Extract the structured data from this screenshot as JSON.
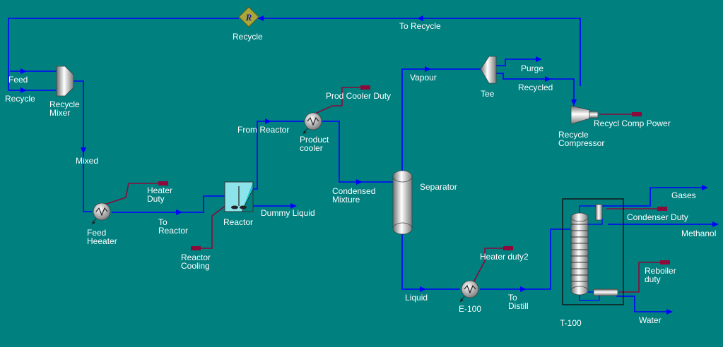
{
  "colors": {
    "background": "#00807f",
    "material_stream": "#0000ff",
    "energy_stream": "#8b0a3a",
    "label": "#ffffff"
  },
  "recycle": {
    "label": "Recycle",
    "icon_letter": "R",
    "to_recycle": "To Recycle"
  },
  "streams": {
    "feed": "Feed",
    "recycle_in": "Recycle",
    "mixed": "Mixed",
    "to_reactor_1": "To",
    "to_reactor_2": "Reactor",
    "from_reactor": "From Reactor",
    "dummy_liquid": "Dummy Liquid",
    "condensed_1": "Condensed",
    "condensed_2": "Mixture",
    "vapour": "Vapour",
    "purge": "Purge",
    "recycled": "Recycled",
    "liquid": "Liquid",
    "to_distill_1": "To",
    "to_distill_2": "Distill",
    "gases": "Gases",
    "methanol": "Methanol",
    "water": "Water"
  },
  "energy": {
    "heater_duty_1": "Heater",
    "heater_duty_2": "Duty",
    "reactor_cooling_1": "Reactor",
    "reactor_cooling_2": "Cooling",
    "prod_cooler_duty": "Prod Cooler Duty",
    "recycl_comp_power": "Recycl Comp Power",
    "heater_duty2": "Heater duty2",
    "condenser_duty": "Condenser Duty",
    "reboiler_duty_1": "Reboiler",
    "reboiler_duty_2": "duty"
  },
  "units": {
    "recycle_mixer_1": "Recycle",
    "recycle_mixer_2": "Mixer",
    "feed_heater_1": "Feed",
    "feed_heater_2": "Heeater",
    "reactor": "Reactor",
    "product_cooler_1": "Product",
    "product_cooler_2": "cooler",
    "separator": "Separator",
    "tee": "Tee",
    "recycle_compressor_1": "Recycle",
    "recycle_compressor_2": "Compressor",
    "e100": "E-100",
    "t100": "T-100"
  }
}
